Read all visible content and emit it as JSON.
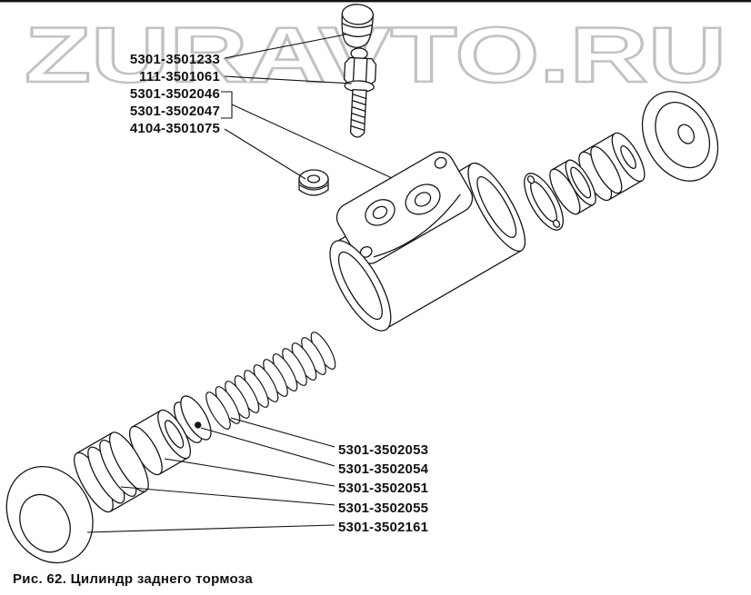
{
  "page": {
    "watermark": "ZURAVTO.RU",
    "caption": "Рис. 62. Цилиндр заднего тормоза"
  },
  "part_labels": {
    "top": [
      "5301-3501233",
      "111-3501061",
      "5301-3502046",
      "5301-3502047",
      "4104-3501075"
    ],
    "bottom": [
      "5301-3502053",
      "5301-3502054",
      "5301-3502051",
      "5301-3502055",
      "5301-3502161"
    ]
  }
}
